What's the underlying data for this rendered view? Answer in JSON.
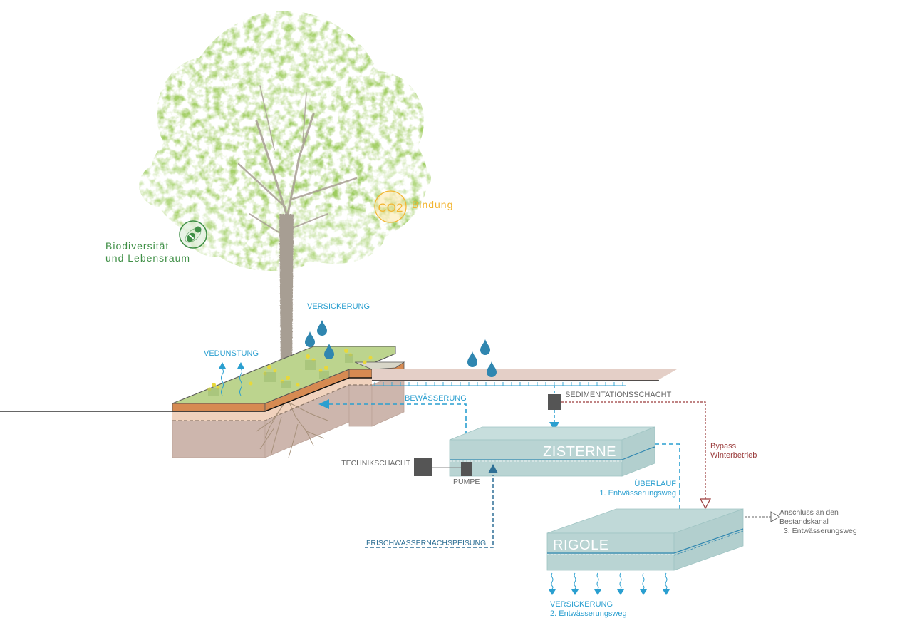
{
  "diagram": {
    "title": "Schwammstadt Baumrigole Wasserkreislauf",
    "colors": {
      "water_blue": "#2a9fd0",
      "drop_blue": "#2f86b0",
      "fresh_water_blue": "#2e6f95",
      "bypass_red": "#9a3b3b",
      "tree_green": "#9ccb5e",
      "bio_green": "#3f8f46",
      "co2_yellow": "#f2b531",
      "trunk": "#a79e93",
      "soil_topsoil": "#d68a52",
      "soil_subsoil": "#f0d2bd",
      "soil_base": "#cdb6ad",
      "grass": "#bcd48e",
      "pavement": "#e4cfc7",
      "tank": "#b9d4d3",
      "shaft": "#555555",
      "gray_text": "#666666"
    },
    "badges": {
      "biodiversity": {
        "icon": "bee-icon",
        "line1": "Biodiversität",
        "line2": "und Lebensraum"
      },
      "co2": {
        "icon_text": "CO2",
        "label": "Bindung"
      }
    },
    "labels": {
      "versickerung_top": "VERSICKERUNG",
      "vedunstung": "VEDUNSTUNG",
      "bewaesserung": "BEWÄSSERUNG",
      "sedimentationsschacht": "SEDIMENTATIONSSCHACHT",
      "technikschacht": "TECHNIKSCHACHT",
      "pumpe": "PUMPE",
      "zisterne": "ZISTERNE",
      "ueberlauf_line1": "ÜBERLAUF",
      "ueberlauf_line2": "1. Entwässerungsweg",
      "bypass_line1": "Bypass",
      "bypass_line2": "Winterbetrieb",
      "anschluss_line1": "Anschluss an den",
      "anschluss_line2": "Bestandskanal",
      "anschluss_line3": "3. Entwässerungsweg",
      "frischwasser": "FRISCHWASSERNACHSPEISUNG",
      "rigole": "RIGOLE",
      "versickerung_bottom_line1": "VERSICKERUNG",
      "versickerung_bottom_line2": "2. Entwässerungsweg"
    }
  }
}
